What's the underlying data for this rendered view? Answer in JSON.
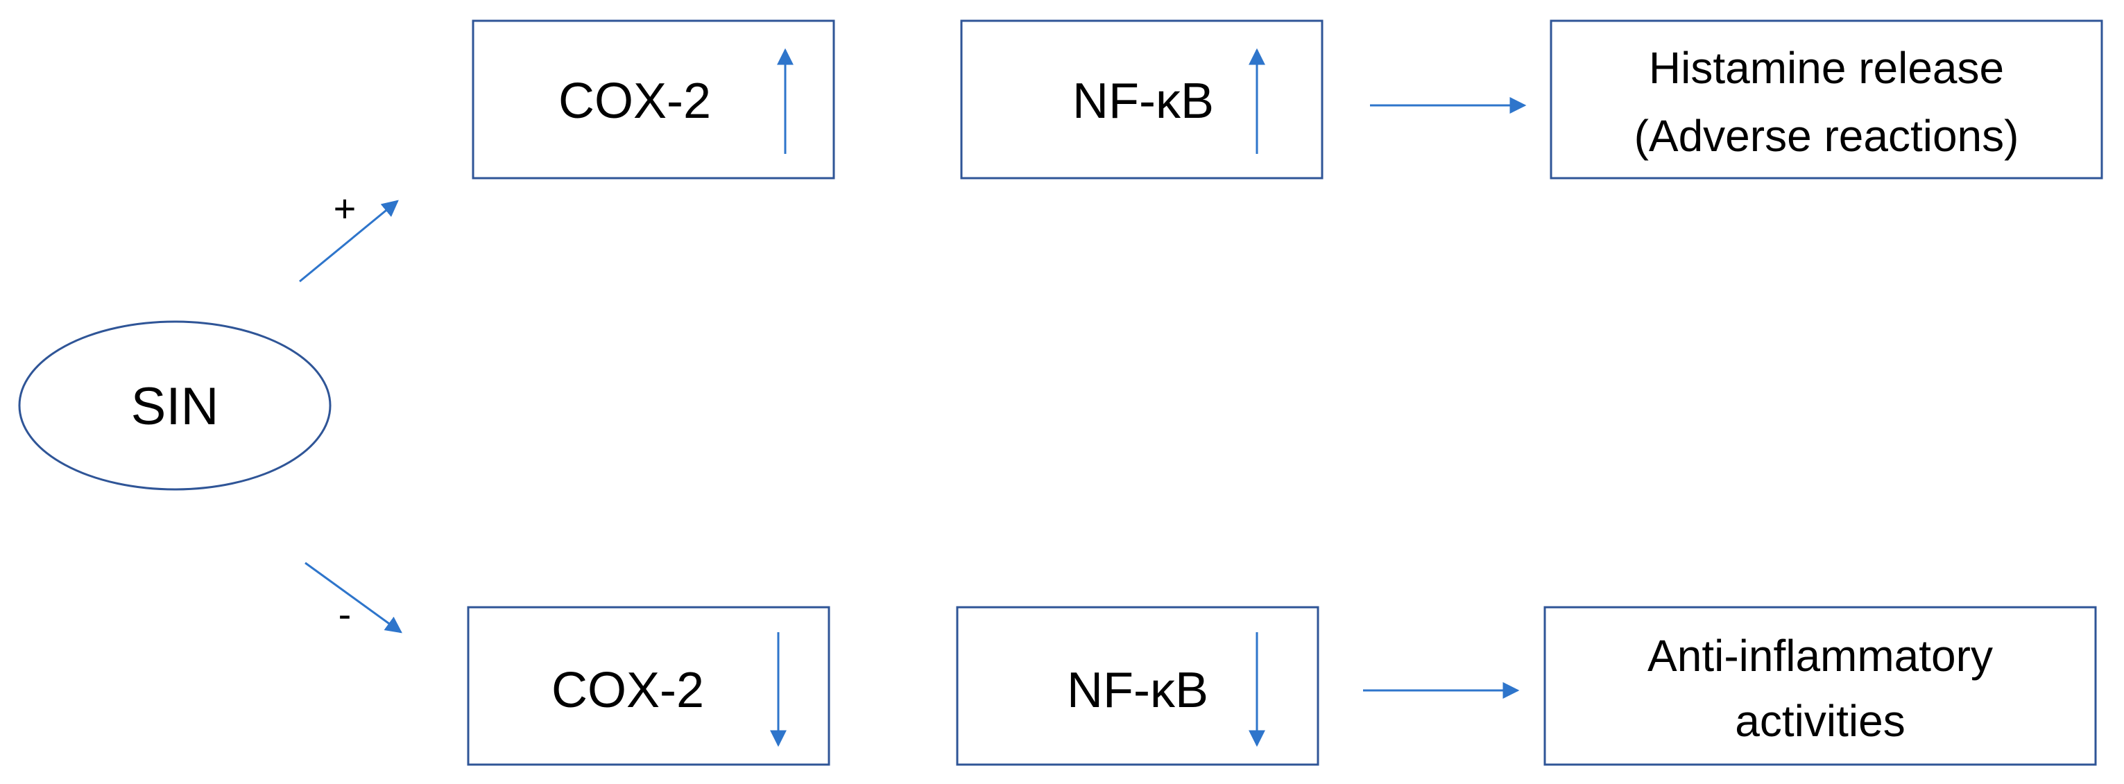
{
  "colors": {
    "stroke": "#2F5597",
    "arrow": "#2E75CB",
    "text": "#000000",
    "background": "#FFFFFF"
  },
  "source": {
    "label": "SIN"
  },
  "branch_up": {
    "sign": "+",
    "cox2": {
      "label": "COX-2",
      "trend": "up",
      "indicator_icon": "up-arrow-icon"
    },
    "nfkb": {
      "label": "NF-κB",
      "trend": "up",
      "indicator_icon": "up-arrow-icon"
    },
    "outcome": {
      "line1": "Histamine release",
      "line2": "(Adverse reactions)"
    }
  },
  "branch_down": {
    "sign": "-",
    "cox2": {
      "label": "COX-2",
      "trend": "down",
      "indicator_icon": "down-arrow-icon"
    },
    "nfkb": {
      "label": "NF-κB",
      "trend": "down",
      "indicator_icon": "down-arrow-icon"
    },
    "outcome": {
      "line1": "Anti-inflammatory",
      "line2": "activities"
    }
  }
}
